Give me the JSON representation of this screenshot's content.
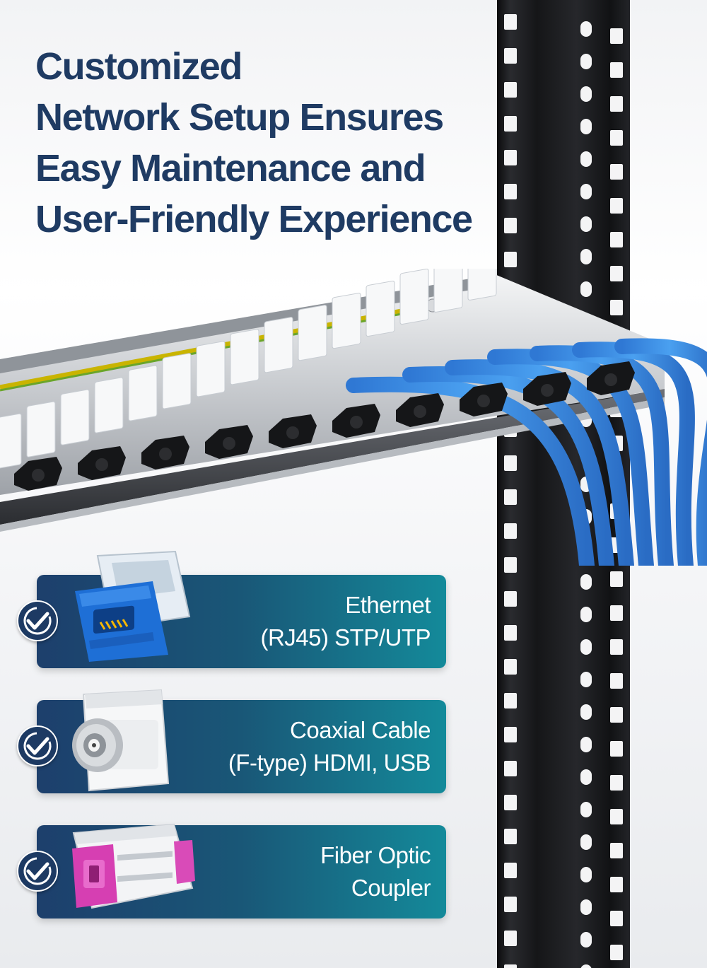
{
  "headline": {
    "line1": "Customized",
    "line2": "Network Setup Ensures",
    "line3": "Easy Maintenance and",
    "line4": "User-Friendly Experience"
  },
  "colors": {
    "headline": "#1f3b63",
    "card_gradient_start": "#1d3f6c",
    "card_gradient_end": "#148a9a",
    "cable_blue": "#3b8ee6",
    "rack_black": "#151618"
  },
  "features": [
    {
      "line1": "Ethernet",
      "line2": "(RJ45) STP/UTP",
      "icon": "check-circle-icon",
      "image": "rj45-keystone-jack"
    },
    {
      "line1": "Coaxial Cable",
      "line2": "(F-type) HDMI, USB",
      "icon": "check-circle-icon",
      "image": "coaxial-f-type-keystone"
    },
    {
      "line1": "Fiber Optic",
      "line2": "Coupler",
      "icon": "check-circle-icon",
      "image": "fiber-optic-coupler-keystone"
    }
  ]
}
